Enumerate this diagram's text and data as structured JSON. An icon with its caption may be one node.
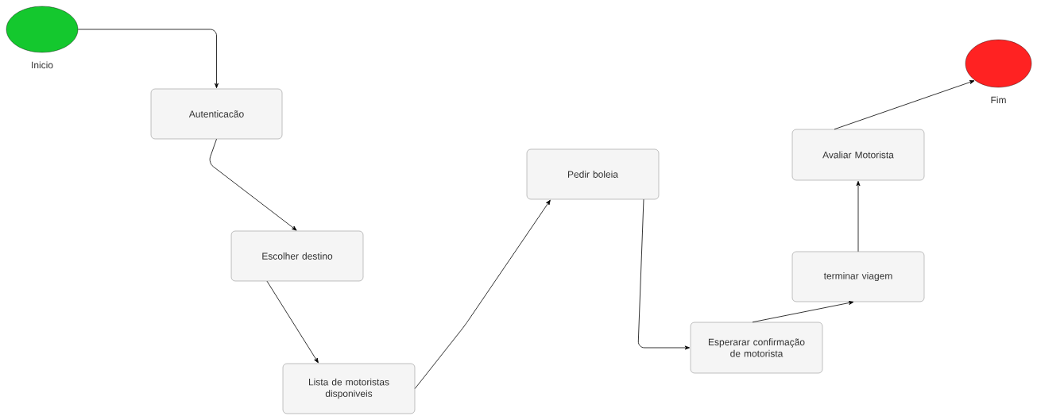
{
  "diagram": {
    "nodes": [
      {
        "text": [],
        "shape": "circle",
        "beside": [
          "Inicio"
        ]
      },
      {
        "text": [
          "Autenticacão"
        ]
      },
      {
        "text": [
          "Escolher destino"
        ]
      },
      {
        "text": [
          "Lista de motoristas disponiveis"
        ]
      },
      {
        "text": [
          "Pedir boleia"
        ]
      },
      {
        "text": [
          "Esperarar confirmação de motorista"
        ]
      },
      {
        "text": [
          "terminar viagem"
        ]
      },
      {
        "text": [
          "Avaliar Motorista"
        ]
      },
      {
        "text": [],
        "shape": "circle",
        "beside": [
          "Fim"
        ]
      }
    ],
    "edges": [
      {
        "from": 0,
        "to": 1,
        "arrow": "to"
      },
      {
        "from": 1,
        "to": 2,
        "arrow": "to"
      },
      {
        "from": 2,
        "to": 3,
        "arrow": "to"
      },
      {
        "from": 3,
        "to": 4,
        "arrow": "to"
      },
      {
        "from": 4,
        "to": 5,
        "arrow": "to"
      },
      {
        "from": 5,
        "to": 6,
        "arrow": "to"
      },
      {
        "from": 6,
        "to": 7,
        "arrow": "to"
      },
      {
        "from": 7,
        "to": 8,
        "arrow": "to"
      }
    ]
  }
}
